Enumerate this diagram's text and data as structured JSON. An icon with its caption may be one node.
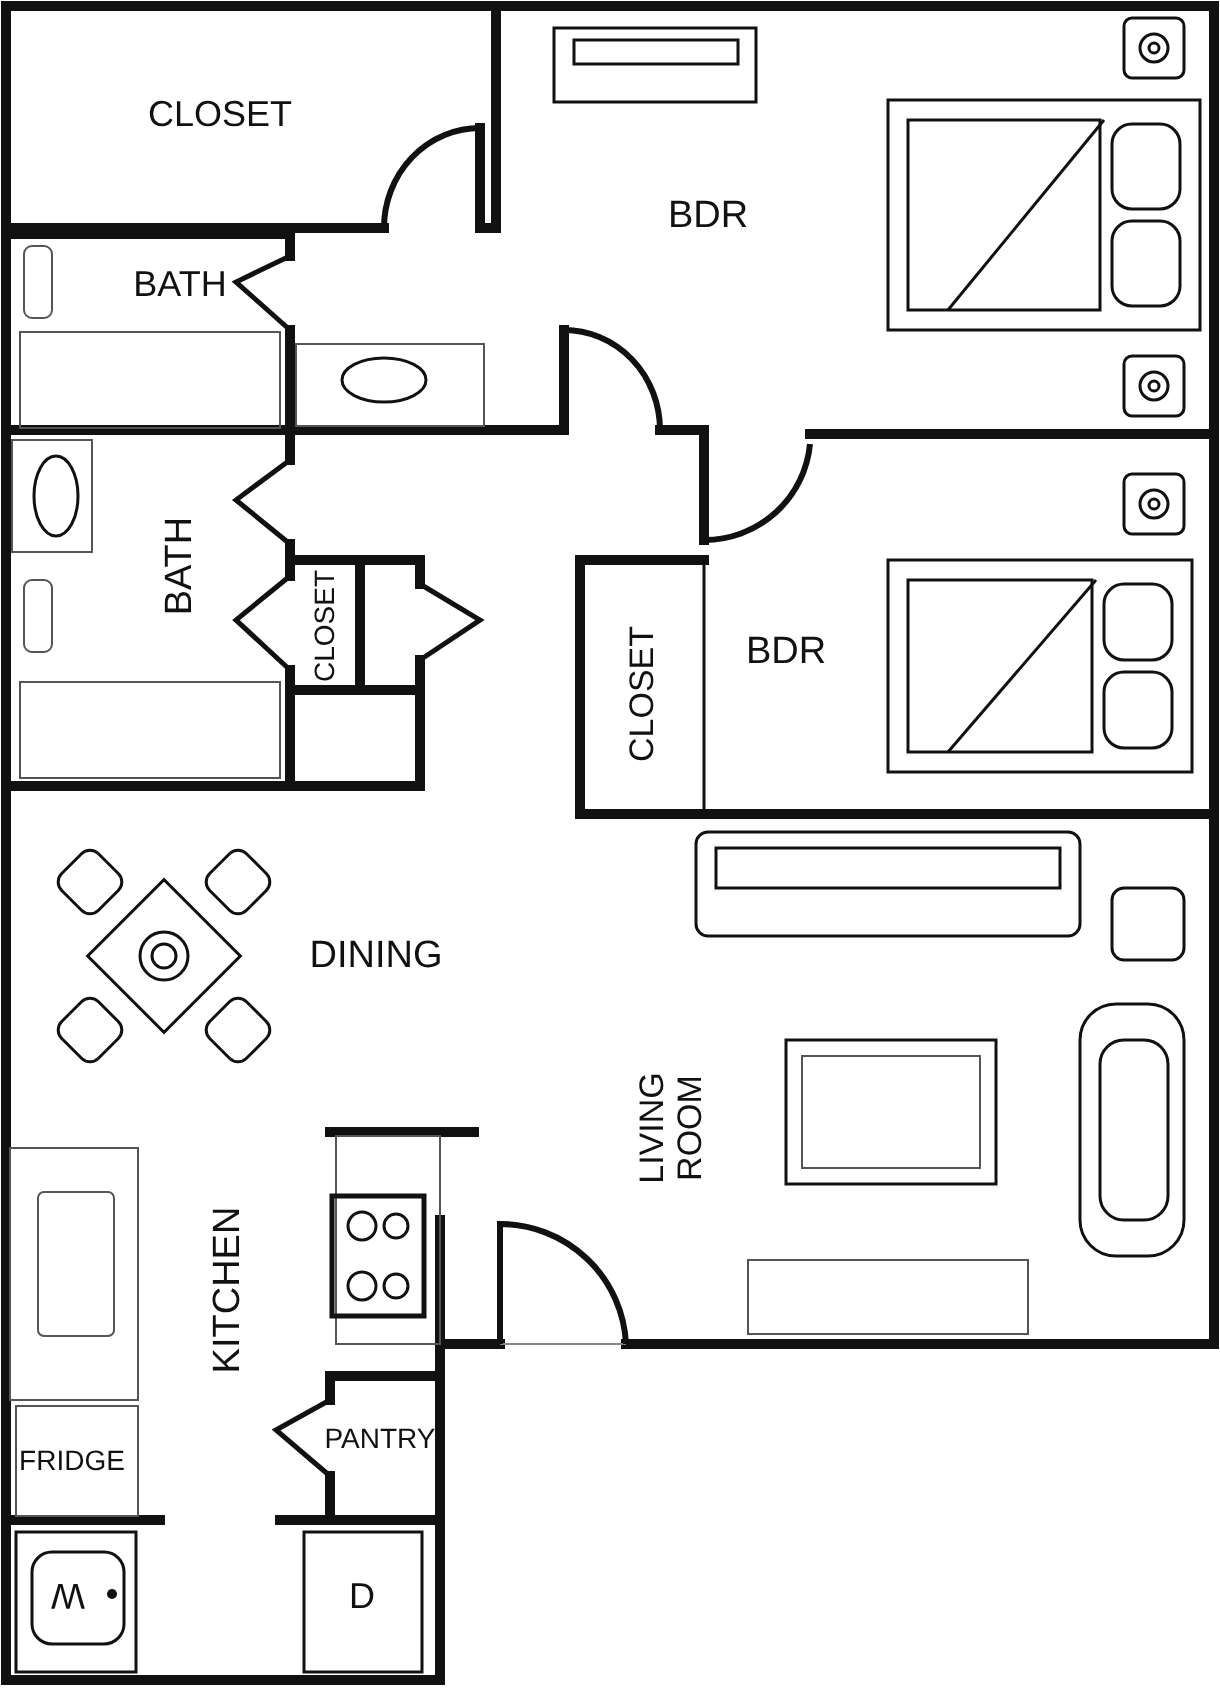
{
  "diagram": {
    "labels": [
      "CLOSET",
      "BDR",
      "BATH",
      "BATH",
      "CLOSET",
      "BDR",
      "CLOSET",
      "DINING",
      "LIVING ROOM",
      "KITCHEN",
      "PANTRY",
      "FRIDGE",
      "W",
      "D"
    ]
  }
}
